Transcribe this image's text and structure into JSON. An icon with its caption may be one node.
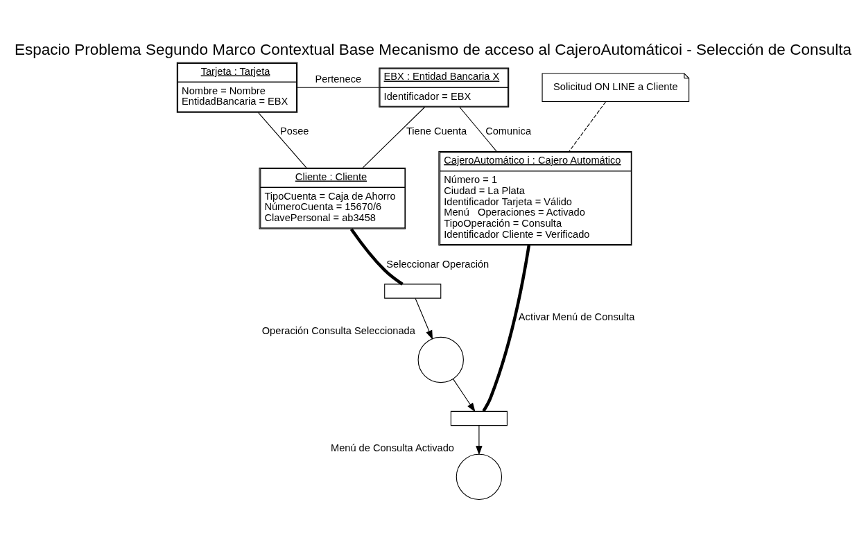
{
  "diagram": {
    "title": "Espacio Problema Segundo Marco Contextual Base Mecanismo de acceso al CajeroAutomáticoi - Selección de Consulta",
    "nodes": [
      {
        "text": [
          "Tarjeta : Tarjeta",
          "Nombre = Nombre",
          "EntidadBancaria = EBX"
        ]
      },
      {
        "text": [
          "EBX : Entidad Bancaria X",
          "Identificador = EBX"
        ]
      },
      {
        "text": [
          "Cliente : Cliente",
          "TipoCuenta = Caja de Ahorro",
          "NúmeroCuenta = 15670/6",
          "ClavePersonal = ab3458"
        ]
      },
      {
        "text": [
          "CajeroAutomático i : Cajero Automático",
          "Número = 1",
          "Ciudad = La Plata",
          "Identificador Tarjeta = Válido",
          "Menú   Operaciones = Activado",
          "TipoOperación = Consulta",
          "Identificador Cliente = Verificado"
        ]
      },
      {
        "text": [
          "Solicitud ON LINE a Cliente"
        ]
      },
      {
        "text": [],
        "shape": "bar"
      },
      {
        "text": [],
        "shape": "circle",
        "beside": [
          "Operación Consulta Seleccionada"
        ]
      },
      {
        "text": [],
        "shape": "bar"
      },
      {
        "text": [],
        "shape": "circle",
        "beside": [
          "Menú de Consulta Activado"
        ]
      }
    ],
    "edges": [
      {
        "from": 0,
        "to": 1,
        "arrow": "none",
        "label": "Pertenece"
      },
      {
        "from": 0,
        "to": 2,
        "arrow": "none",
        "label": "Posee"
      },
      {
        "from": 2,
        "to": 1,
        "arrow": "none",
        "label": "Tiene Cuenta"
      },
      {
        "from": 1,
        "to": 3,
        "arrow": "none",
        "label": "Comunica"
      },
      {
        "from": 4,
        "to": 3,
        "arrow": "none",
        "style": "dashed"
      },
      {
        "from": 2,
        "to": 5,
        "arrow": "none",
        "label": "Seleccionar Operación",
        "style": "thick"
      },
      {
        "from": 5,
        "to": 6,
        "arrow": "to"
      },
      {
        "from": 6,
        "to": 7,
        "arrow": "to"
      },
      {
        "from": 3,
        "to": 7,
        "arrow": "none",
        "label": "Activar Menú de Consulta",
        "style": "thick"
      },
      {
        "from": 7,
        "to": 8,
        "arrow": "to"
      }
    ]
  }
}
